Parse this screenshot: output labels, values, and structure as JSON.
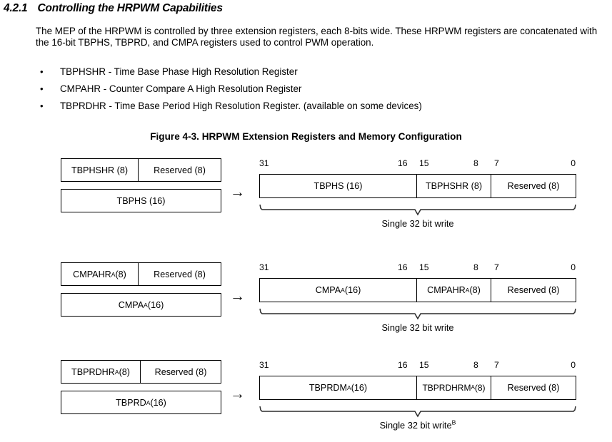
{
  "page": {
    "background": "#ffffff",
    "text_color": "#000000"
  },
  "section": {
    "number": "4.2.1",
    "title": "Controlling the HRPWM Capabilities"
  },
  "paragraph": "The MEP of the HRPWM is controlled by three extension registers, each 8-bits wide. These HRPWM registers are concatenated with the 16-bit TBPHS, TBPRD, and CMPA registers used to control PWM operation.",
  "bullets": [
    {
      "marker": "•",
      "text": "TBPHSHR - Time Base Phase High Resolution Register"
    },
    {
      "marker": "•",
      "text": "CMPAHR - Counter Compare A High Resolution Register"
    },
    {
      "marker": "•",
      "text": "TBPRDHR - Time Base Period High Resolution Register. (available on some devices)"
    }
  ],
  "figure": {
    "caption": "Figure 4-3. HRPWM Extension Registers and Memory Configuration",
    "arrow_glyph": "→",
    "bit_labels": {
      "b31": "31",
      "b16": "16",
      "b15": "15",
      "b8": "8",
      "b7": "7",
      "b0": "0"
    },
    "blocks": [
      {
        "id": "tbphs",
        "left": {
          "top_left_cell": "TBPHSHR (8)",
          "top_right_cell": "Reserved (8)",
          "bottom_cell": "TBPHS (16)"
        },
        "register": {
          "high_field": "TBPHS (16)",
          "mid_field": "TBPHSHR (8)",
          "low_field": "Reserved (8)"
        },
        "brace_label": "Single 32 bit write",
        "brace_label_sup": ""
      },
      {
        "id": "cmpa",
        "left": {
          "top_left_cell": "CMPAHR",
          "top_left_cell_sup": "A",
          "top_left_cell_tail": " (8)",
          "top_right_cell": "Reserved (8)",
          "bottom_cell": "CMPA",
          "bottom_cell_sup": "A",
          "bottom_cell_tail": "(16)"
        },
        "register": {
          "high_field": "CMPA",
          "high_field_sup": "A",
          "high_field_tail": "(16)",
          "mid_field": "CMPAHR",
          "mid_field_sup": "A",
          "mid_field_tail": "(8)",
          "low_field": "Reserved (8)"
        },
        "brace_label": "Single 32 bit write",
        "brace_label_sup": ""
      },
      {
        "id": "tbprd",
        "left": {
          "top_left_cell": "TBPRDHR",
          "top_left_cell_sup": "A",
          "top_left_cell_tail": "(8)",
          "top_right_cell": "Reserved (8)",
          "bottom_cell": "TBPRD",
          "bottom_cell_sup": "A",
          "bottom_cell_tail": "(16)"
        },
        "register": {
          "high_field": "TBPRDM",
          "high_field_sup": "A",
          "high_field_tail": "(16)",
          "mid_field": "TBPRDHRM",
          "mid_field_sup": "A",
          "mid_field_tail": "(8)",
          "low_field": "Reserved (8)"
        },
        "brace_label": "Single 32 bit write",
        "brace_label_sup": "B"
      }
    ]
  }
}
